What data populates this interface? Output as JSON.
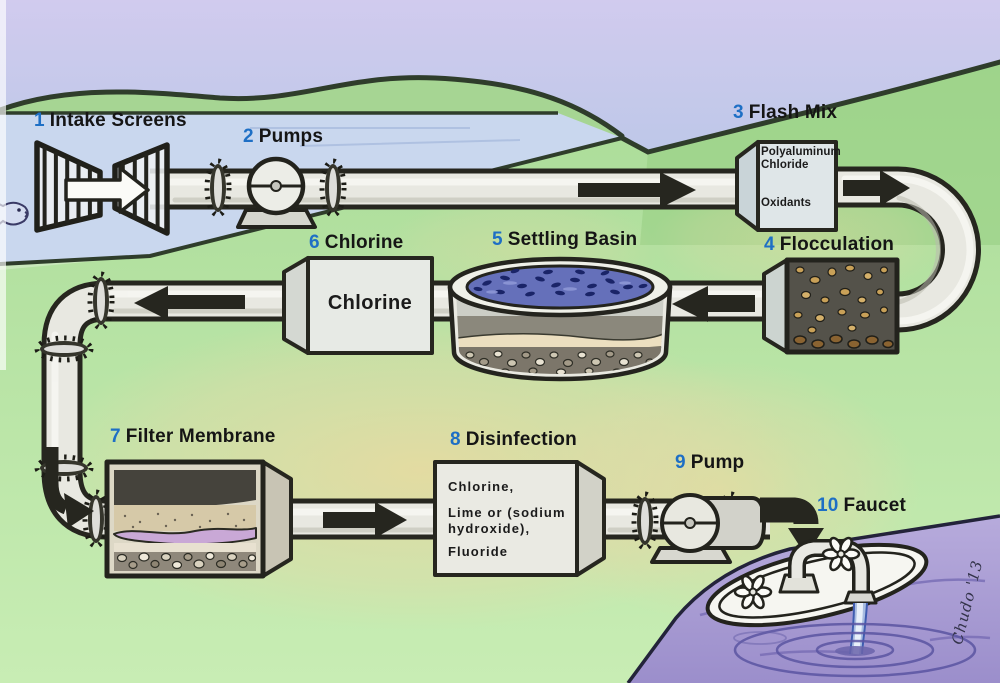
{
  "scene": {
    "title": "Water treatment process diagram",
    "signature": "Chudo '13"
  },
  "steps": [
    {
      "num": "1",
      "label": "Intake Screens"
    },
    {
      "num": "2",
      "label": "Pumps"
    },
    {
      "num": "3",
      "label": "Flash Mix"
    },
    {
      "num": "4",
      "label": "Flocculation"
    },
    {
      "num": "5",
      "label": "Settling Basin"
    },
    {
      "num": "6",
      "label": "Chlorine"
    },
    {
      "num": "7",
      "label": "Filter Membrane"
    },
    {
      "num": "8",
      "label": "Disinfection"
    },
    {
      "num": "9",
      "label": "Pump"
    },
    {
      "num": "10",
      "label": "Faucet"
    }
  ],
  "boxes": {
    "flash_mix": {
      "chem1": "Polyaluminum Chloride",
      "chem2": "Oxidants"
    },
    "chlorine": {
      "label": "Chlorine"
    },
    "disinfection": {
      "chem1": "Chlorine,",
      "chem2": "Lime or (sodium hydroxide),",
      "chem3": "Fluoride"
    }
  },
  "icons": {
    "fish": "fish-icon",
    "faucet": "faucet-icon",
    "flow_arrow": "flow-arrow-icon"
  },
  "colors": {
    "step_number_blue": "#1e6fc5",
    "label_black": "#151515",
    "arrow_black": "#26261f",
    "pipe_gray": "#e8e8e1",
    "basin_water_blue": "#6570ba",
    "pool_purple": "#a99dd4",
    "membrane_purple": "#c9a8d6",
    "sky_lavender": "#c9c7ec",
    "grass_green": "#b2dfa0"
  }
}
